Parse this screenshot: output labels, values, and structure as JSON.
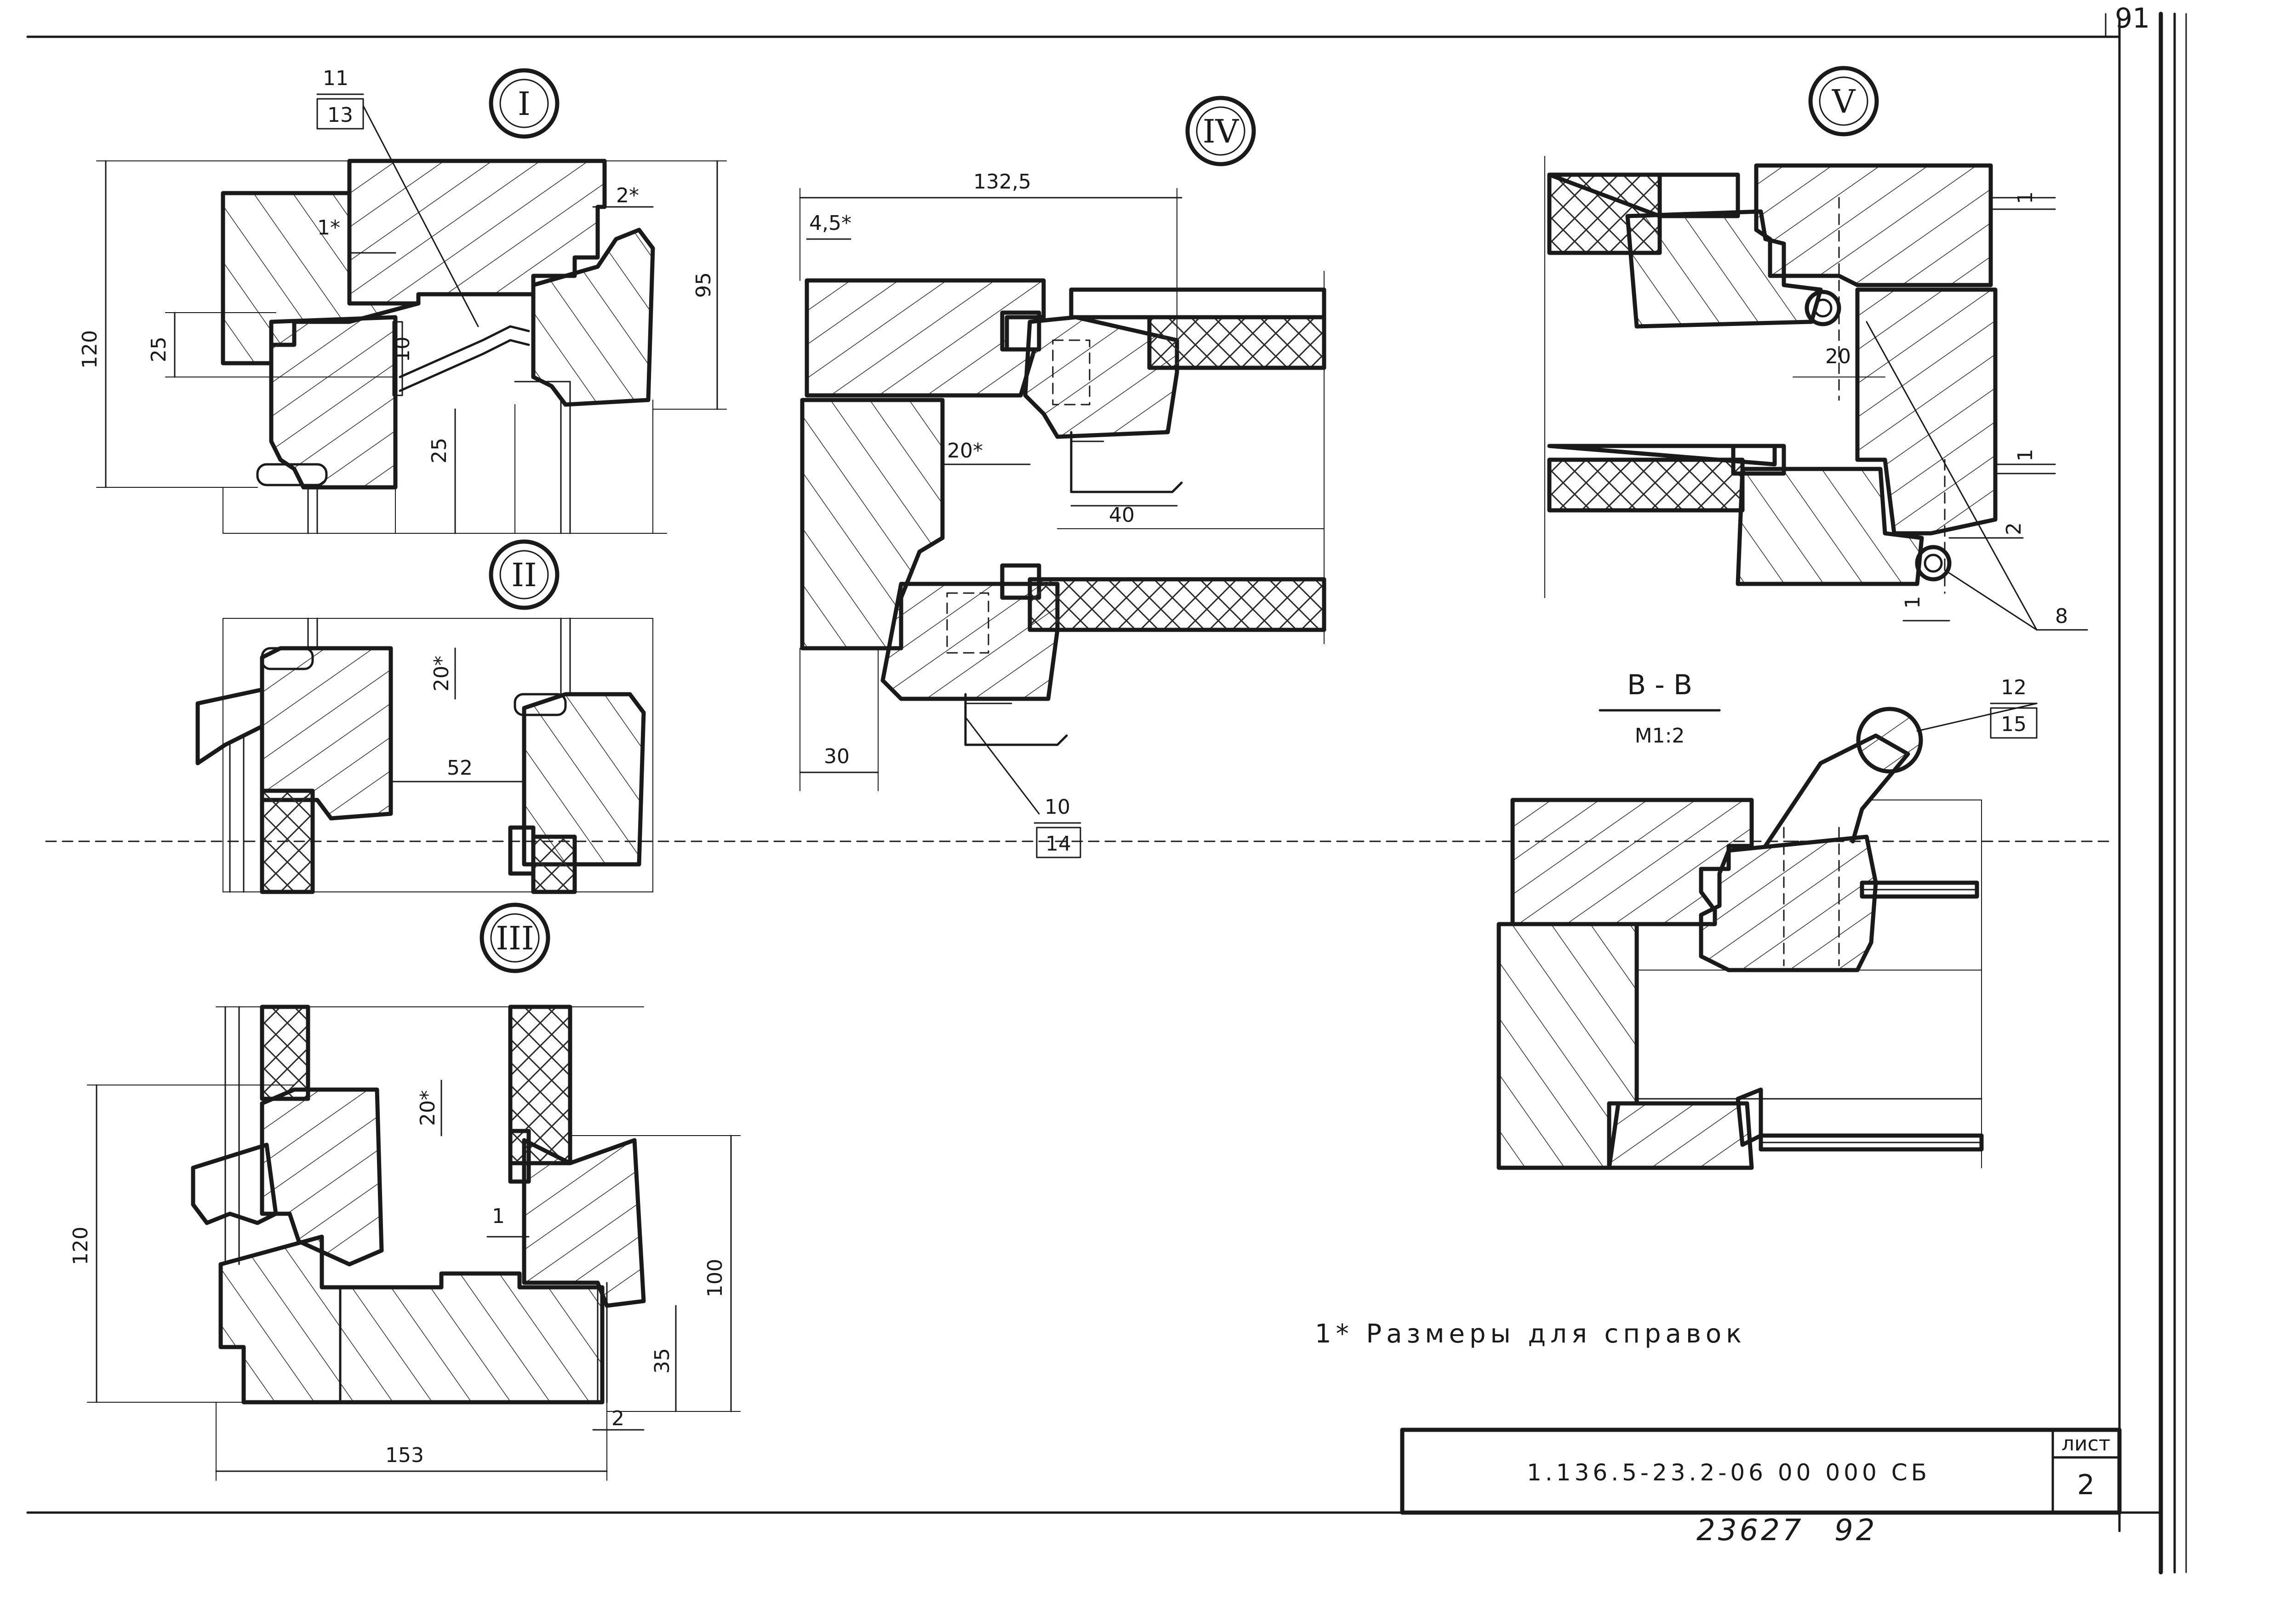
{
  "corner_sheet_number": "91",
  "details": {
    "I": {
      "label": "I",
      "dims": {
        "height_total": "120",
        "height_frame": "95",
        "d25a": "25",
        "d25b": "25",
        "d10": "10",
        "ref1": "1*",
        "ref2": "2*"
      },
      "callout": {
        "top": "11",
        "bottom": "13"
      }
    },
    "II": {
      "label": "II",
      "dims": {
        "d20": "20*",
        "d52": "52"
      }
    },
    "III": {
      "label": "III",
      "dims": {
        "height_total": "120",
        "height_frame": "100",
        "d20": "20*",
        "d35": "35",
        "d2": "2",
        "d1": "1",
        "width": "153"
      }
    },
    "IV": {
      "label": "IV",
      "dims": {
        "width": "132,5",
        "d45": "4,5*",
        "d20": "20*",
        "d40": "40",
        "d30": "30"
      },
      "callout": {
        "top": "10",
        "bottom": "14"
      }
    },
    "V": {
      "label": "V",
      "dims": {
        "d20": "20",
        "d1a": "1",
        "d1b": "1",
        "d2": "2",
        "d1c": "1"
      },
      "callout": {
        "num": "8"
      }
    },
    "BB": {
      "label": "В - В",
      "scale": "М1:2",
      "callout": {
        "top": "12",
        "bottom": "15"
      }
    }
  },
  "note": "1* Размеры для справок",
  "title_block": {
    "code": "1.136.5-23.2-06 00 000 СБ",
    "sheet_label": "лист",
    "sheet_number": "2"
  },
  "inventory": {
    "number": "23627",
    "suffix": "92"
  }
}
